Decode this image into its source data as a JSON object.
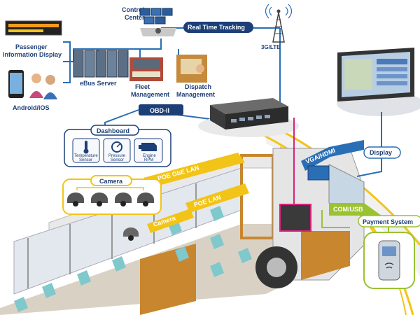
{
  "labels": {
    "control_center_line1": "Control",
    "control_center_line2": "Center",
    "real_time_tracking": "Real Time Tracking",
    "network": "3G/LTE",
    "pid_line1": "Passenger",
    "pid_line2": "Information Display",
    "android_ios": "Android/iOS",
    "ebus_server": "eBus Server",
    "fleet_line1": "Fleet",
    "fleet_line2": "Management",
    "dispatch_line1": "Dispatch",
    "dispatch_line2": "Management",
    "obd": "OBD-II",
    "dashboard": "Dashboard",
    "temp_line1": "Temperature",
    "temp_line2": "Sensor",
    "pressure_line1": "Pressure",
    "pressure_line2": "Sensor",
    "engine_line1": "Engine",
    "engine_line2": "RPM",
    "camera_group": "Camera",
    "poe_gbe_lan": "POE GbE LAN",
    "poe_lan": "POE LAN",
    "camera_dome": "Camera",
    "vga_hdmi": "VGA/HDMI",
    "display": "Display",
    "com_usb": "COM/USB",
    "payment_system": "Payment System"
  },
  "colors": {
    "navy": "#1d3f78",
    "line_blue": "#2a6fb5",
    "link_yellow": "#f2c417",
    "link_green": "#9ac231",
    "link_magenta": "#d6237d",
    "bus_orange": "#c8862e",
    "seat_teal": "#7fc8cc"
  },
  "icons": {
    "temperature": "thermometer-icon",
    "pressure": "pressure-gauge-icon",
    "engine": "engine-icon",
    "network": "antenna-tower-icon"
  }
}
